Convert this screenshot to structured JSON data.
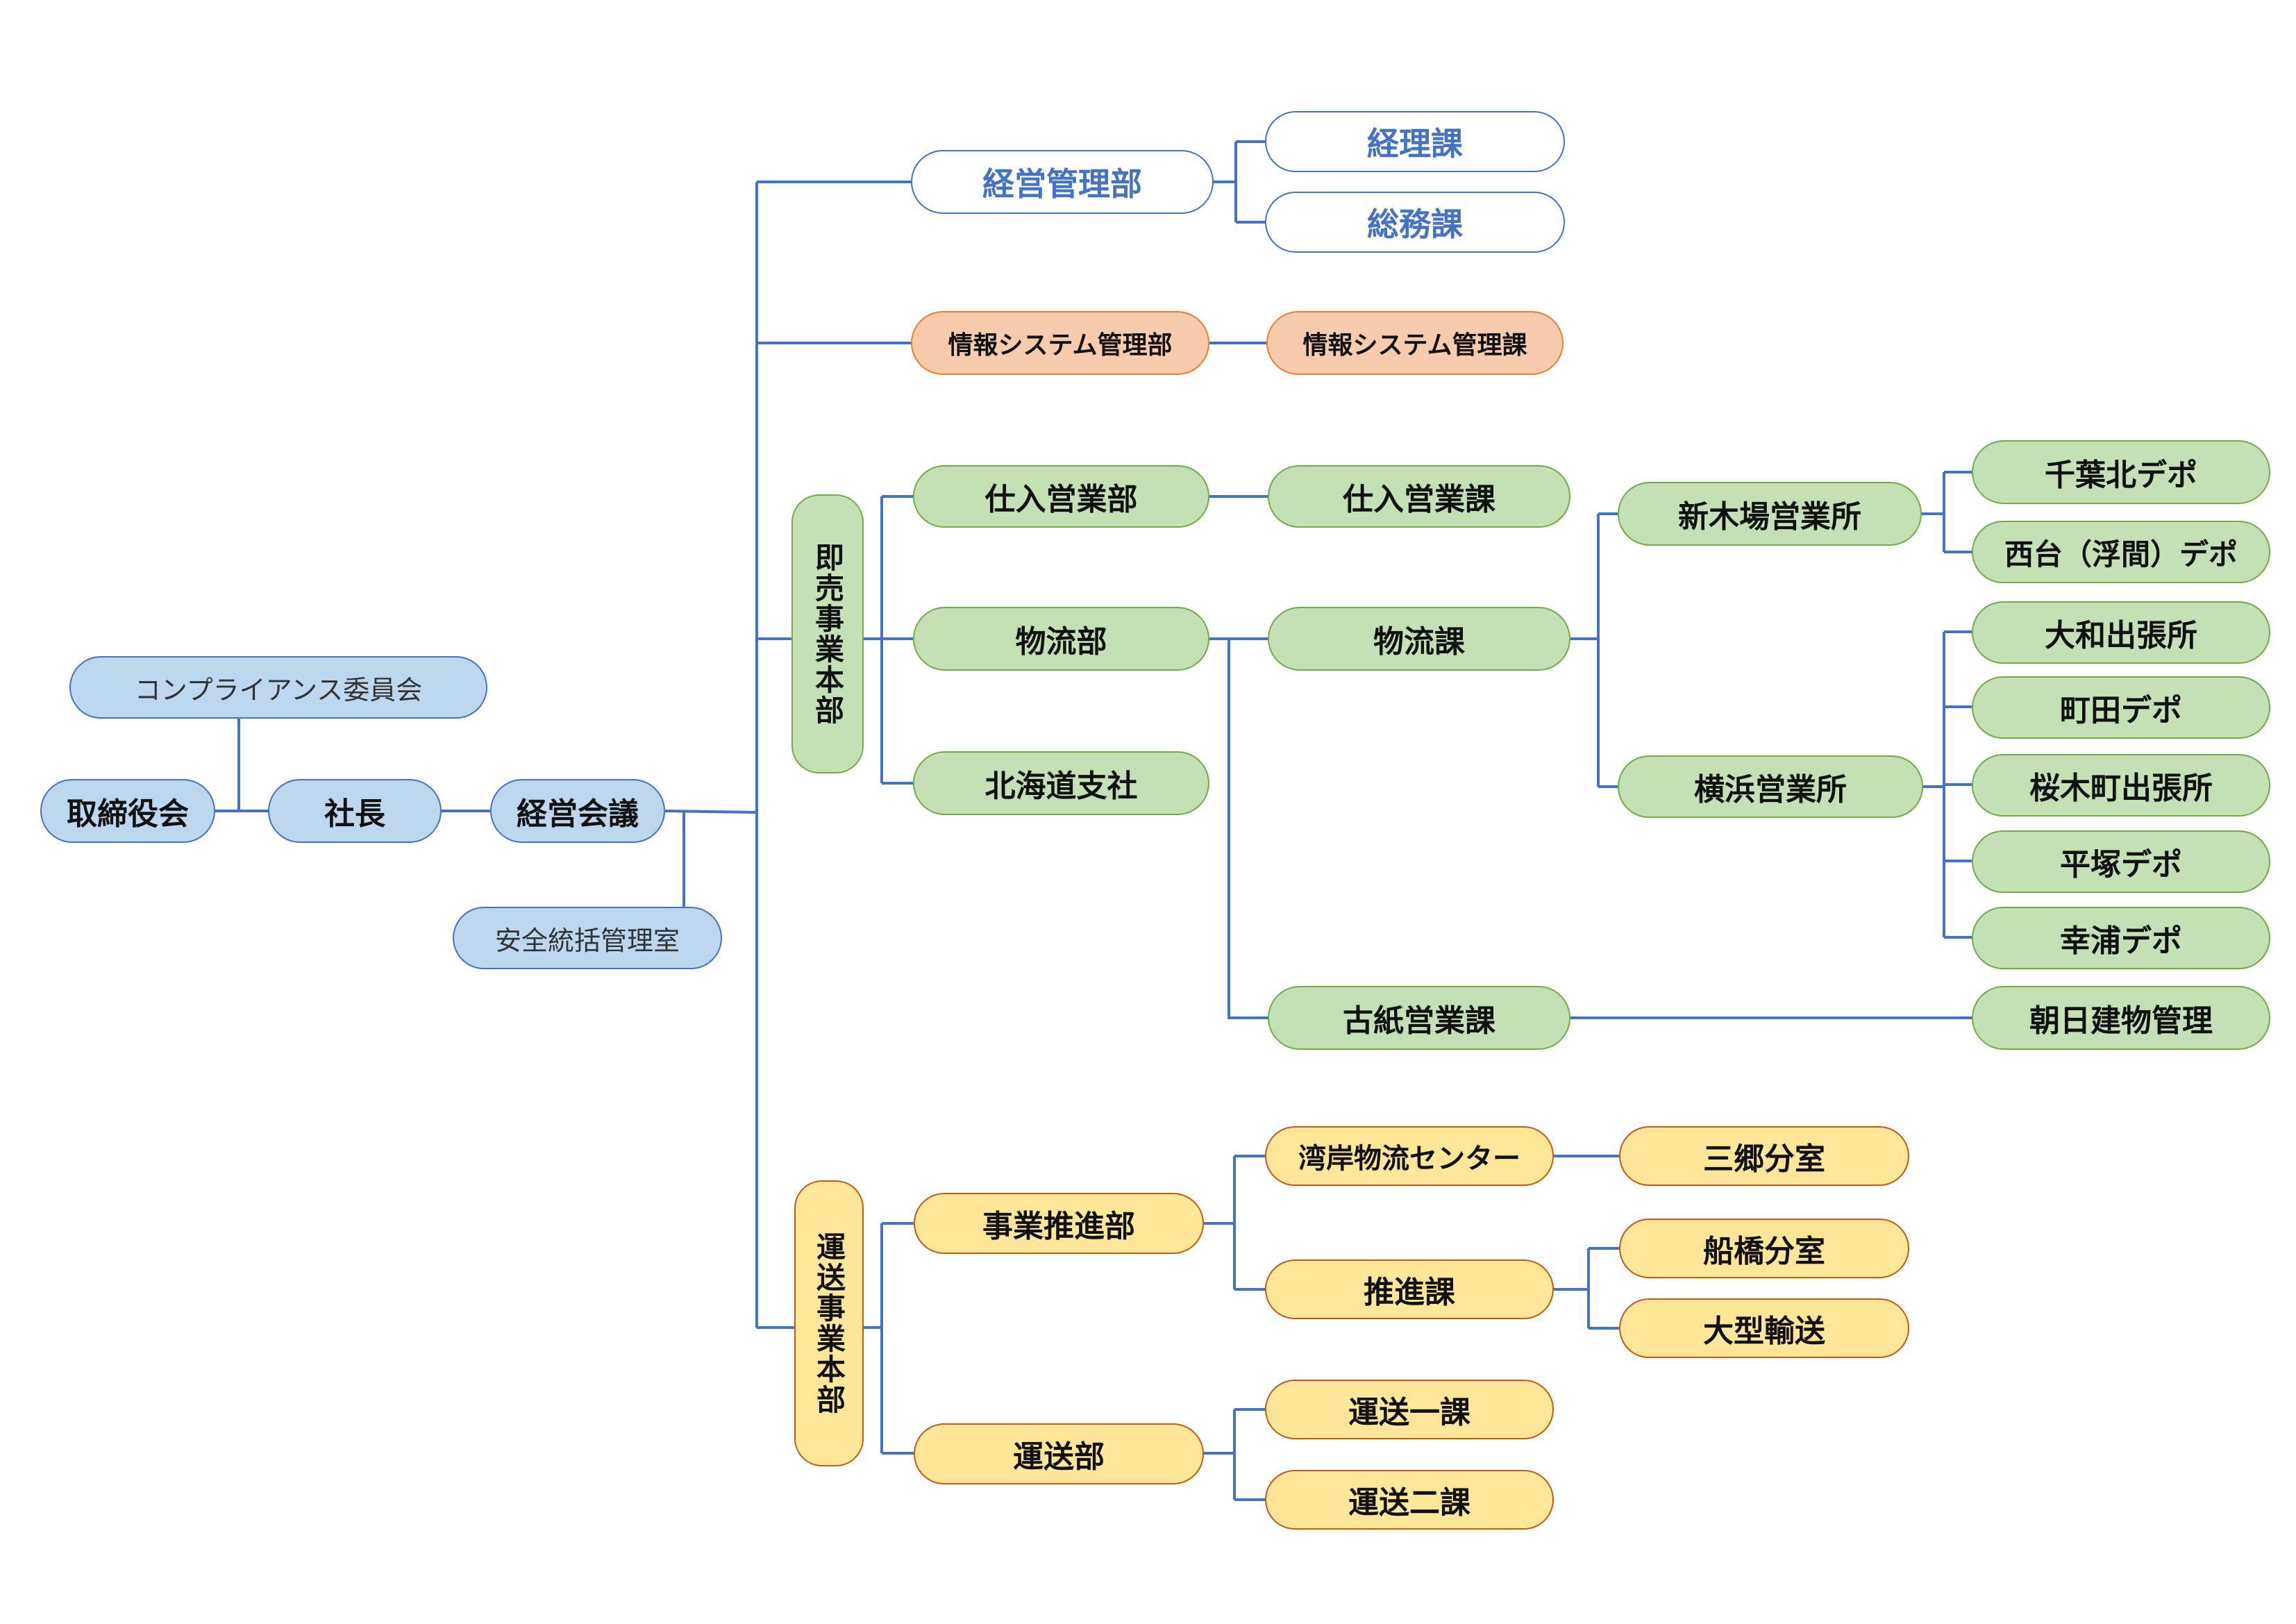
{
  "colors": {
    "line": "#4472c4",
    "blue_fill": "#bdd7ee",
    "orange_fill": "#f8cbad",
    "green_fill": "#c5e0b4",
    "yellow_fill": "#ffe699"
  },
  "nodes": {
    "compliance": "コンプライアンス委員会",
    "board": "取締役会",
    "president": "社長",
    "management_meeting": "経営会議",
    "safety_office": "安全統括管理室",
    "mgmt_dept": "経営管理部",
    "accounting": "経理課",
    "general_affairs": "総務課",
    "info_dept": "情報システム管理部",
    "info_section": "情報システム管理課",
    "sokubai_hq": "即売事業本部",
    "purchase_dept": "仕入営業部",
    "purchase_section": "仕入営業課",
    "logistics_dept": "物流部",
    "logistics_section": "物流課",
    "hokkaido": "北海道支社",
    "shinkiba": "新木場営業所",
    "chiba_kita": "千葉北デポ",
    "nishidai": "西台（浮間）デポ",
    "yokohama": "横浜営業所",
    "yamato": "大和出張所",
    "machida": "町田デポ",
    "sakuragicho": "桜木町出張所",
    "hiratsuka": "平塚デポ",
    "sachiura": "幸浦デポ",
    "koshi": "古紙営業課",
    "asahi": "朝日建物管理",
    "unso_hq": "運送事業本部",
    "jigyo_suishin": "事業推進部",
    "wangan": "湾岸物流センター",
    "misato": "三郷分室",
    "suishin_section": "推進課",
    "funabashi": "船橋分室",
    "ogata": "大型輸送",
    "unso_dept": "運送部",
    "unso_1": "運送一課",
    "unso_2": "運送二課"
  }
}
